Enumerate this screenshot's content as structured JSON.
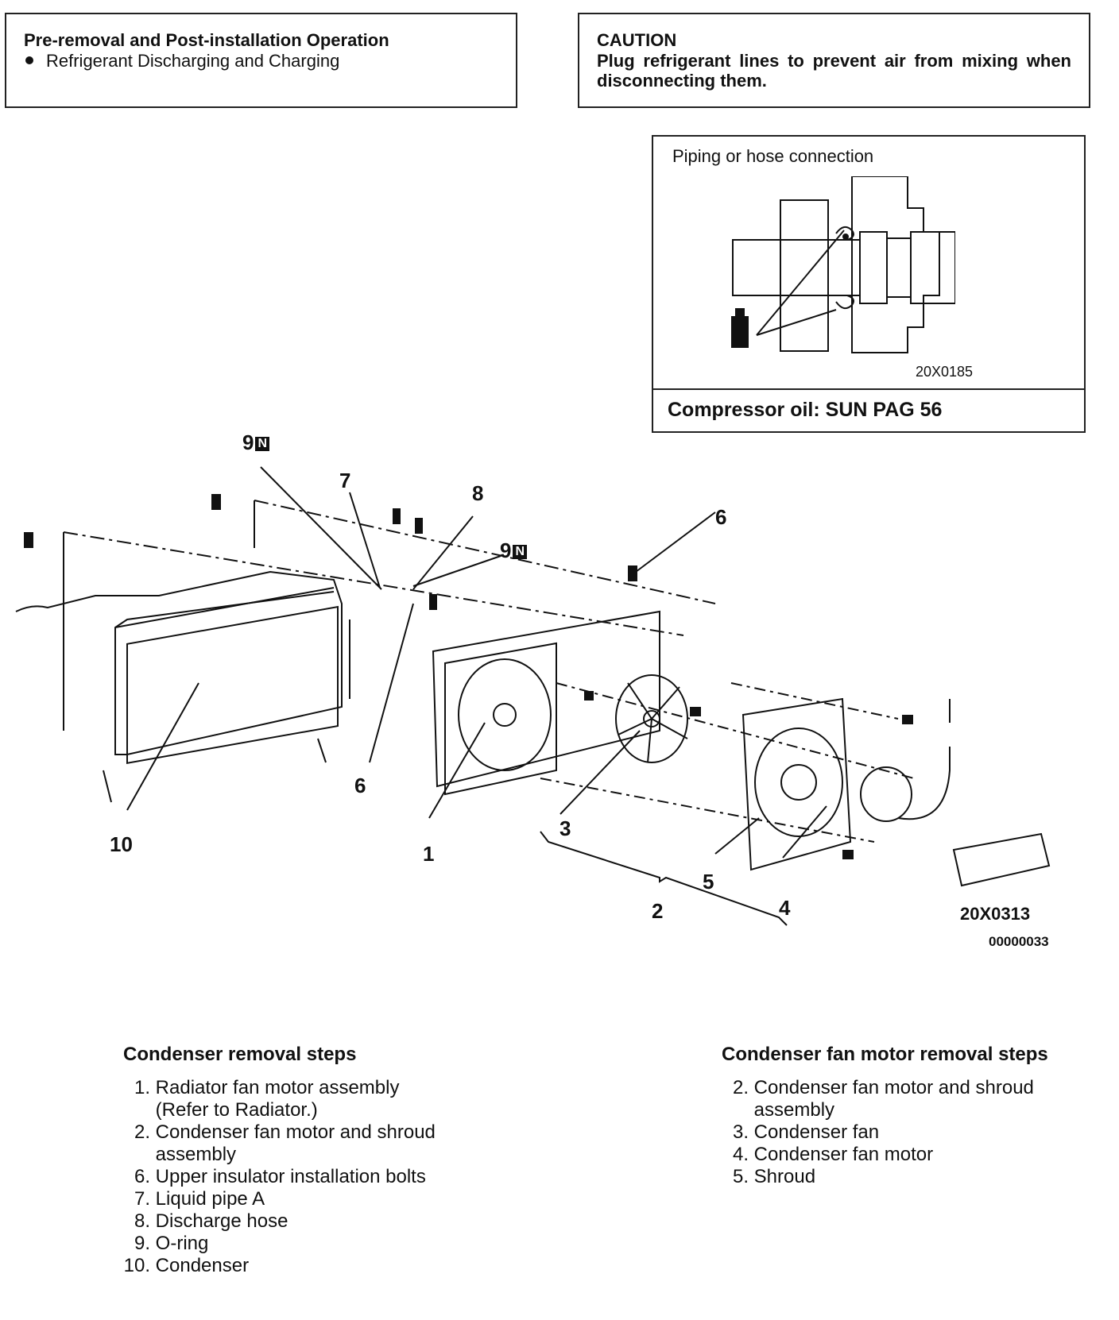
{
  "pre": {
    "title": "Pre-removal and Post-installation Operation",
    "bullet": "Refrigerant Discharging and Charging"
  },
  "caution": {
    "title": "CAUTION",
    "text": "Plug refrigerant lines to prevent air from mixing when disconnecting them."
  },
  "piping": {
    "title": "Piping or hose connection",
    "code": "20X0185",
    "oil": "Compressor oil: SUN PAG 56"
  },
  "diagram": {
    "code": "20X0313",
    "subcode": "00000033",
    "labels": {
      "l1": "1",
      "l2": "2",
      "l3": "3",
      "l4": "4",
      "l5": "5",
      "l6a": "6",
      "l6b": "6",
      "l7": "7",
      "l8": "8",
      "l9a": "9",
      "l9b": "9",
      "l10": "10",
      "n": "N"
    }
  },
  "condenser_steps": {
    "title": "Condenser removal steps",
    "items": [
      {
        "num": "1.",
        "text": "Radiator fan motor assembly"
      },
      {
        "num": "",
        "text": "(Refer to Radiator.)"
      },
      {
        "num": "2.",
        "text": "Condenser fan motor and shroud"
      },
      {
        "num": "",
        "text": "assembly"
      },
      {
        "num": "6.",
        "text": "Upper insulator installation bolts"
      },
      {
        "num": "7.",
        "text": "Liquid pipe A"
      },
      {
        "num": "8.",
        "text": "Discharge hose"
      },
      {
        "num": "9.",
        "text": "O-ring"
      },
      {
        "num": "10.",
        "text": "Condenser"
      }
    ]
  },
  "fan_steps": {
    "title": "Condenser fan motor removal steps",
    "items": [
      {
        "num": "2.",
        "text": "Condenser fan motor and shroud"
      },
      {
        "num": "",
        "text": "assembly"
      },
      {
        "num": "3.",
        "text": "Condenser fan"
      },
      {
        "num": "4.",
        "text": "Condenser fan motor"
      },
      {
        "num": "5.",
        "text": "Shroud"
      }
    ]
  }
}
